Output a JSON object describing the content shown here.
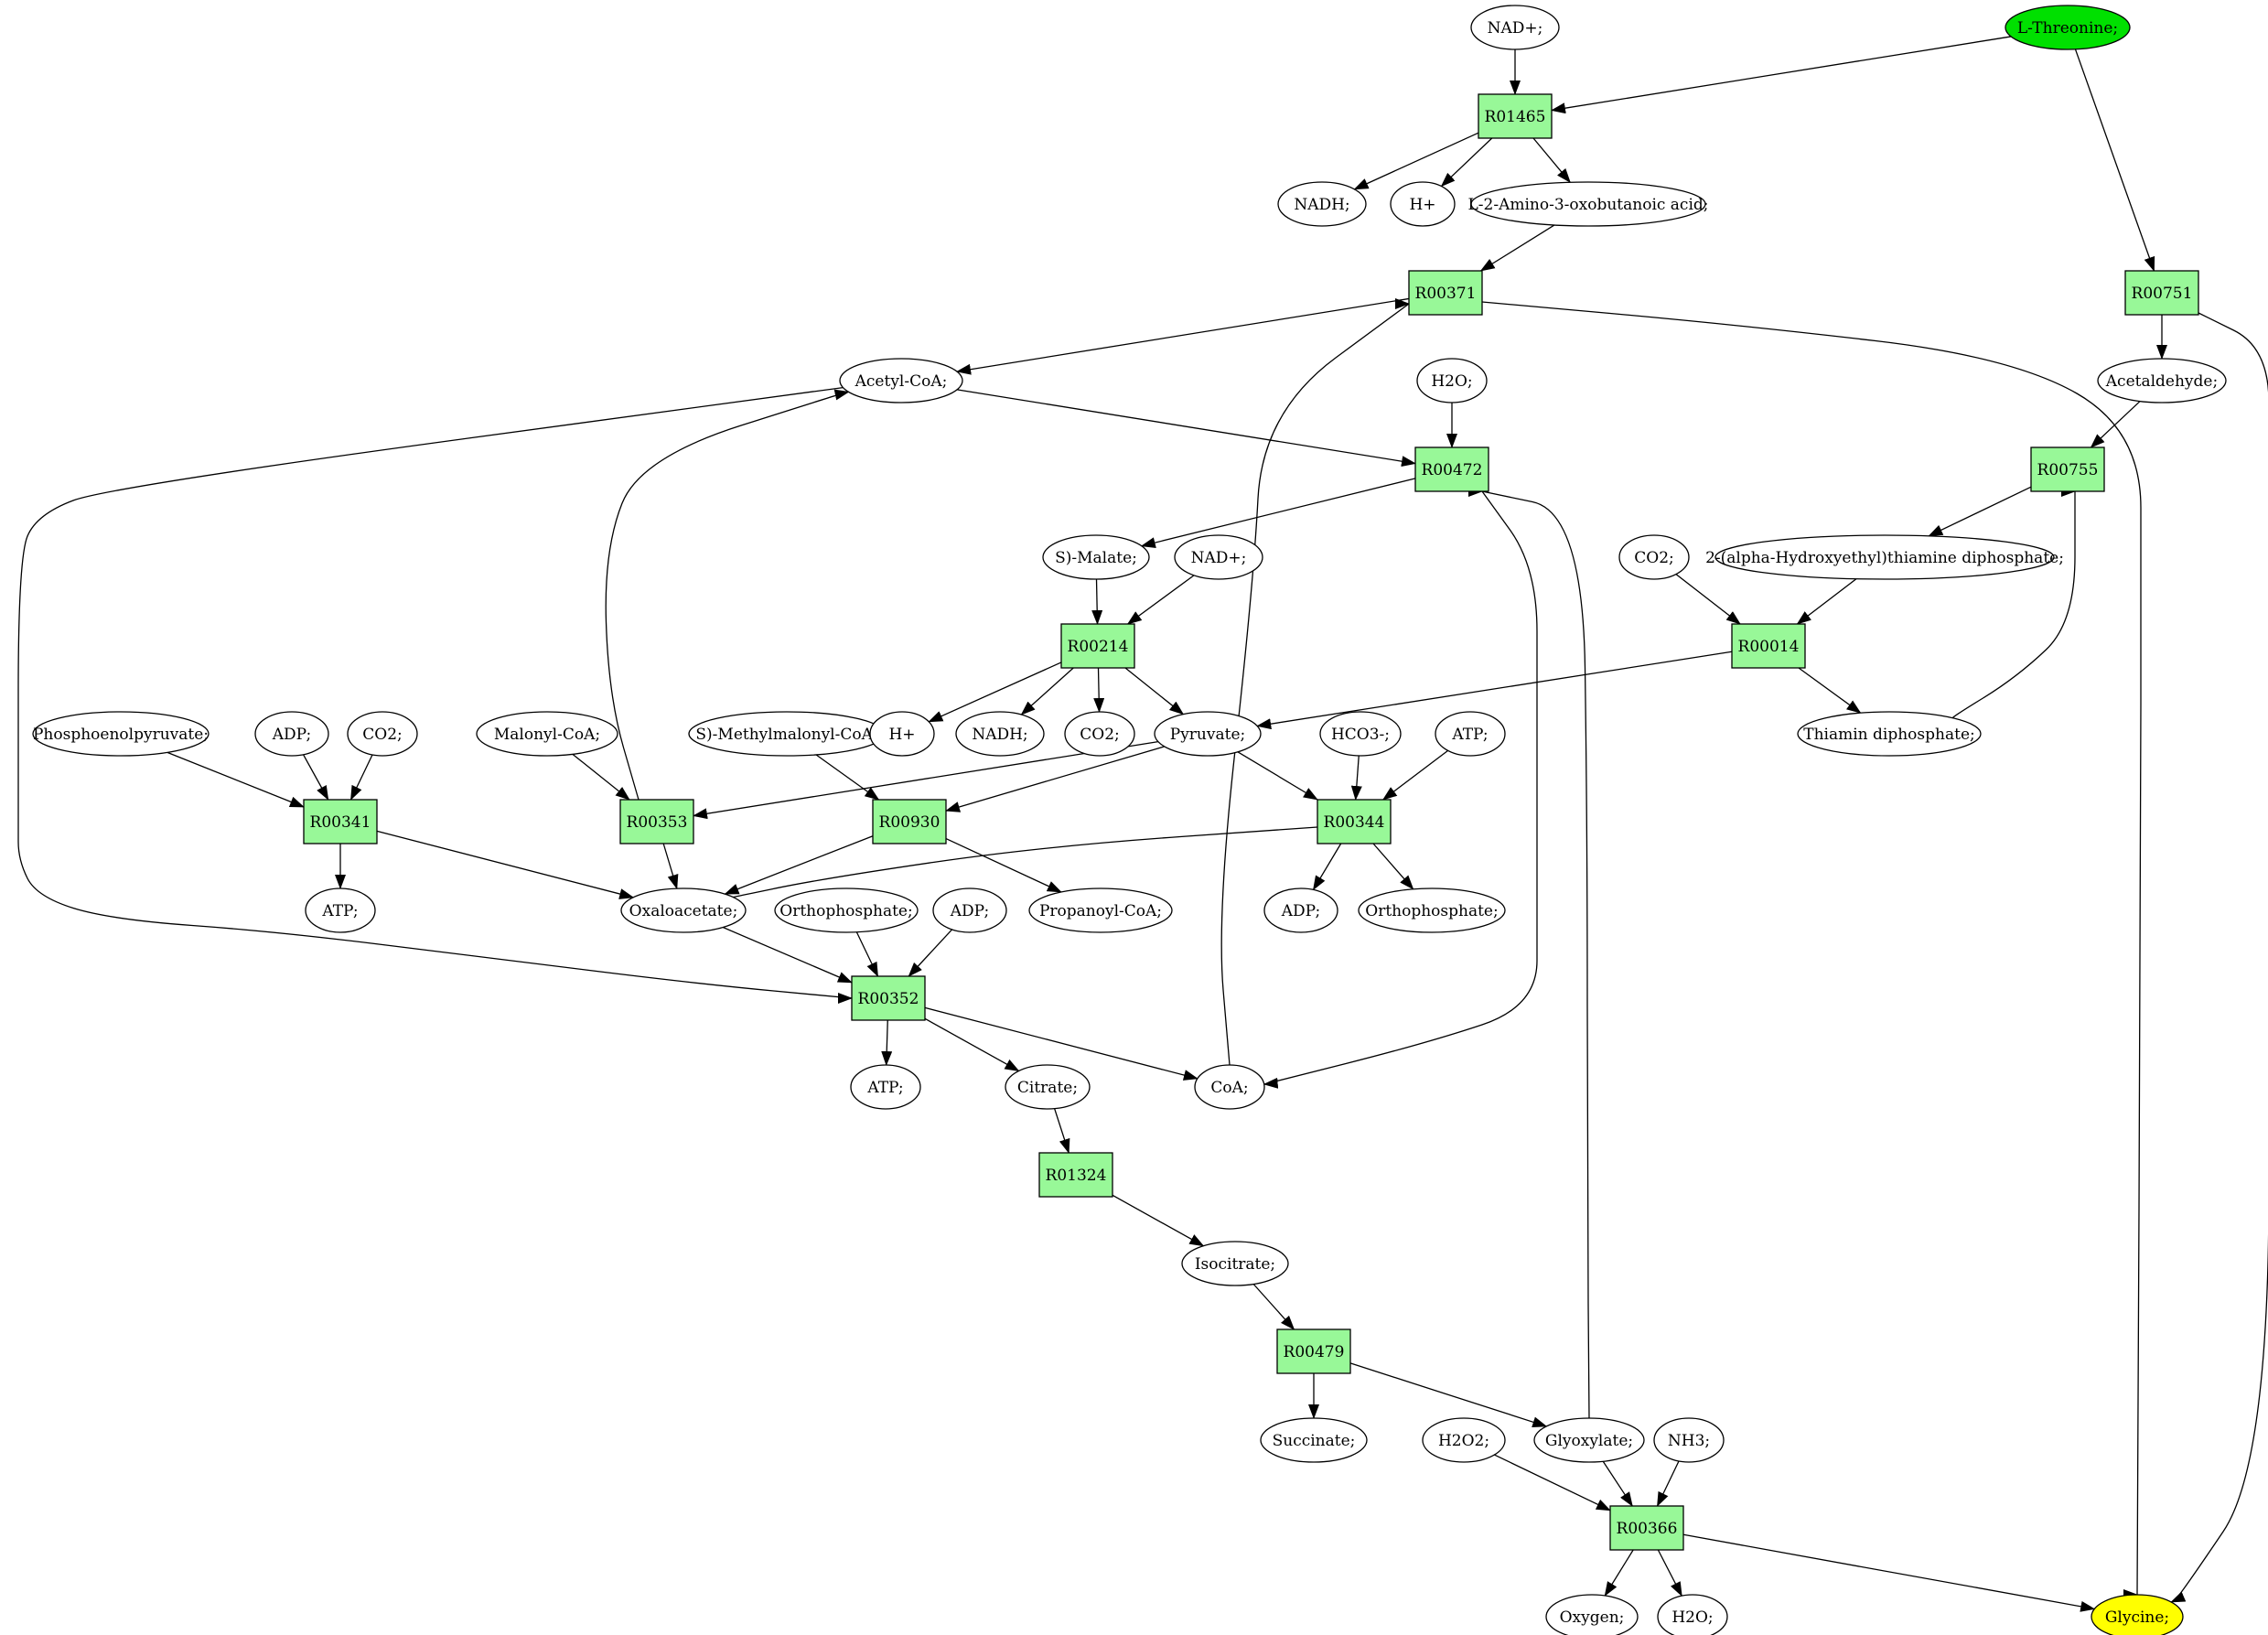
{
  "colors": {
    "reaction_fill": "#98f898",
    "compound_fill": "#ffffff",
    "start_fill": "#00e000",
    "end_fill": "#ffff00",
    "stroke": "#000000"
  },
  "nodes": [
    {
      "id": "nad1",
      "kind": "compound",
      "label": "NAD+;"
    },
    {
      "id": "thr",
      "kind": "compound",
      "label": "L-Threonine;",
      "role": "start"
    },
    {
      "id": "R01465",
      "kind": "reaction",
      "label": "R01465"
    },
    {
      "id": "nadh1",
      "kind": "compound",
      "label": "NADH;"
    },
    {
      "id": "h1",
      "kind": "compound",
      "label": "H+"
    },
    {
      "id": "amino",
      "kind": "compound",
      "label": "L-2-Amino-3-oxobutanoic acid;"
    },
    {
      "id": "R00371",
      "kind": "reaction",
      "label": "R00371"
    },
    {
      "id": "R00751",
      "kind": "reaction",
      "label": "R00751"
    },
    {
      "id": "acetylcoa",
      "kind": "compound",
      "label": "Acetyl-CoA;"
    },
    {
      "id": "h2o1",
      "kind": "compound",
      "label": "H2O;"
    },
    {
      "id": "acetaldehyde",
      "kind": "compound",
      "label": "Acetaldehyde;"
    },
    {
      "id": "R00472",
      "kind": "reaction",
      "label": "R00472"
    },
    {
      "id": "R00755",
      "kind": "reaction",
      "label": "R00755"
    },
    {
      "id": "smalate",
      "kind": "compound",
      "label": "S)-Malate;"
    },
    {
      "id": "nad2",
      "kind": "compound",
      "label": "NAD+;"
    },
    {
      "id": "co2a",
      "kind": "compound",
      "label": "CO2;"
    },
    {
      "id": "hethtpp",
      "kind": "compound",
      "label": "2-(alpha-Hydroxyethyl)thiamine diphosphate;"
    },
    {
      "id": "R00214",
      "kind": "reaction",
      "label": "R00214"
    },
    {
      "id": "R00014",
      "kind": "reaction",
      "label": "R00014"
    },
    {
      "id": "pep",
      "kind": "compound",
      "label": "Phosphoenolpyruvate;"
    },
    {
      "id": "adp1",
      "kind": "compound",
      "label": "ADP;"
    },
    {
      "id": "co2b",
      "kind": "compound",
      "label": "CO2;"
    },
    {
      "id": "malonylcoa",
      "kind": "compound",
      "label": "Malonyl-CoA;"
    },
    {
      "id": "smethylmalonyl",
      "kind": "compound",
      "label": "S)-Methylmalonyl-CoA;"
    },
    {
      "id": "h2",
      "kind": "compound",
      "label": "H+"
    },
    {
      "id": "nadh2",
      "kind": "compound",
      "label": "NADH;"
    },
    {
      "id": "co2c",
      "kind": "compound",
      "label": "CO2;"
    },
    {
      "id": "pyruvate",
      "kind": "compound",
      "label": "Pyruvate;"
    },
    {
      "id": "hco3",
      "kind": "compound",
      "label": "HCO3-;"
    },
    {
      "id": "atp1",
      "kind": "compound",
      "label": "ATP;"
    },
    {
      "id": "tpp",
      "kind": "compound",
      "label": "Thiamin diphosphate;"
    },
    {
      "id": "R00341",
      "kind": "reaction",
      "label": "R00341"
    },
    {
      "id": "R00353",
      "kind": "reaction",
      "label": "R00353"
    },
    {
      "id": "R00930",
      "kind": "reaction",
      "label": "R00930"
    },
    {
      "id": "R00344",
      "kind": "reaction",
      "label": "R00344"
    },
    {
      "id": "atp2",
      "kind": "compound",
      "label": "ATP;"
    },
    {
      "id": "oaa",
      "kind": "compound",
      "label": "Oxaloacetate;"
    },
    {
      "id": "ortho1",
      "kind": "compound",
      "label": "Orthophosphate;"
    },
    {
      "id": "adp2",
      "kind": "compound",
      "label": "ADP;"
    },
    {
      "id": "propanoyl",
      "kind": "compound",
      "label": "Propanoyl-CoA;"
    },
    {
      "id": "adp3",
      "kind": "compound",
      "label": "ADP;"
    },
    {
      "id": "ortho2",
      "kind": "compound",
      "label": "Orthophosphate;"
    },
    {
      "id": "R00352",
      "kind": "reaction",
      "label": "R00352"
    },
    {
      "id": "atp3",
      "kind": "compound",
      "label": "ATP;"
    },
    {
      "id": "citrate",
      "kind": "compound",
      "label": "Citrate;"
    },
    {
      "id": "coa",
      "kind": "compound",
      "label": "CoA;"
    },
    {
      "id": "R01324",
      "kind": "reaction",
      "label": "R01324"
    },
    {
      "id": "isocitrate",
      "kind": "compound",
      "label": "Isocitrate;"
    },
    {
      "id": "R00479",
      "kind": "reaction",
      "label": "R00479"
    },
    {
      "id": "succinate",
      "kind": "compound",
      "label": "Succinate;"
    },
    {
      "id": "h2o2",
      "kind": "compound",
      "label": "H2O2;"
    },
    {
      "id": "glyoxylate",
      "kind": "compound",
      "label": "Glyoxylate;"
    },
    {
      "id": "nh3",
      "kind": "compound",
      "label": "NH3;"
    },
    {
      "id": "R00366",
      "kind": "reaction",
      "label": "R00366"
    },
    {
      "id": "oxygen",
      "kind": "compound",
      "label": "Oxygen;"
    },
    {
      "id": "h2o2b",
      "kind": "compound",
      "label": "H2O;"
    },
    {
      "id": "glycine",
      "kind": "compound",
      "label": "Glycine;",
      "role": "end"
    }
  ],
  "edges": [
    [
      "nad1",
      "R01465"
    ],
    [
      "thr",
      "R01465"
    ],
    [
      "thr",
      "R00751"
    ],
    [
      "R01465",
      "nadh1"
    ],
    [
      "R01465",
      "h1"
    ],
    [
      "R01465",
      "amino"
    ],
    [
      "amino",
      "R00371"
    ],
    [
      "R00371",
      "acetylcoa"
    ],
    [
      "R00371",
      "glycine"
    ],
    [
      "R00751",
      "acetaldehyde"
    ],
    [
      "R00751",
      "glycine"
    ],
    [
      "acetylcoa",
      "R00472"
    ],
    [
      "acetylcoa",
      "R00352"
    ],
    [
      "h2o1",
      "R00472"
    ],
    [
      "acetaldehyde",
      "R00755"
    ],
    [
      "R00472",
      "smalate"
    ],
    [
      "R00472",
      "coa"
    ],
    [
      "R00755",
      "hethtpp"
    ],
    [
      "smalate",
      "R00214"
    ],
    [
      "nad2",
      "R00214"
    ],
    [
      "co2a",
      "R00014"
    ],
    [
      "hethtpp",
      "R00014"
    ],
    [
      "R00214",
      "h2"
    ],
    [
      "R00214",
      "nadh2"
    ],
    [
      "R00214",
      "co2c"
    ],
    [
      "R00214",
      "pyruvate"
    ],
    [
      "R00014",
      "pyruvate"
    ],
    [
      "R00014",
      "tpp"
    ],
    [
      "tpp",
      "R00755"
    ],
    [
      "pep",
      "R00341"
    ],
    [
      "adp1",
      "R00341"
    ],
    [
      "co2b",
      "R00341"
    ],
    [
      "malonylcoa",
      "R00353"
    ],
    [
      "smethylmalonyl",
      "R00930"
    ],
    [
      "pyruvate",
      "R00353"
    ],
    [
      "pyruvate",
      "R00930"
    ],
    [
      "pyruvate",
      "R00344"
    ],
    [
      "hco3",
      "R00344"
    ],
    [
      "atp1",
      "R00344"
    ],
    [
      "R00341",
      "atp2"
    ],
    [
      "R00341",
      "oaa"
    ],
    [
      "R00353",
      "oaa"
    ],
    [
      "R00353",
      "acetylcoa"
    ],
    [
      "R00930",
      "oaa"
    ],
    [
      "R00930",
      "propanoyl"
    ],
    [
      "R00344",
      "oaa"
    ],
    [
      "R00344",
      "adp3"
    ],
    [
      "R00344",
      "ortho2"
    ],
    [
      "oaa",
      "R00352"
    ],
    [
      "ortho1",
      "R00352"
    ],
    [
      "adp2",
      "R00352"
    ],
    [
      "R00352",
      "atp3"
    ],
    [
      "R00352",
      "citrate"
    ],
    [
      "R00352",
      "coa"
    ],
    [
      "coa",
      "R00371"
    ],
    [
      "citrate",
      "R01324"
    ],
    [
      "R01324",
      "isocitrate"
    ],
    [
      "isocitrate",
      "R00479"
    ],
    [
      "R00479",
      "succinate"
    ],
    [
      "R00479",
      "glyoxylate"
    ],
    [
      "glyoxylate",
      "R00472"
    ],
    [
      "h2o2",
      "R00366"
    ],
    [
      "glyoxylate",
      "R00366"
    ],
    [
      "nh3",
      "R00366"
    ],
    [
      "R00366",
      "oxygen"
    ],
    [
      "R00366",
      "h2o2b"
    ],
    [
      "R00366",
      "glycine"
    ]
  ]
}
